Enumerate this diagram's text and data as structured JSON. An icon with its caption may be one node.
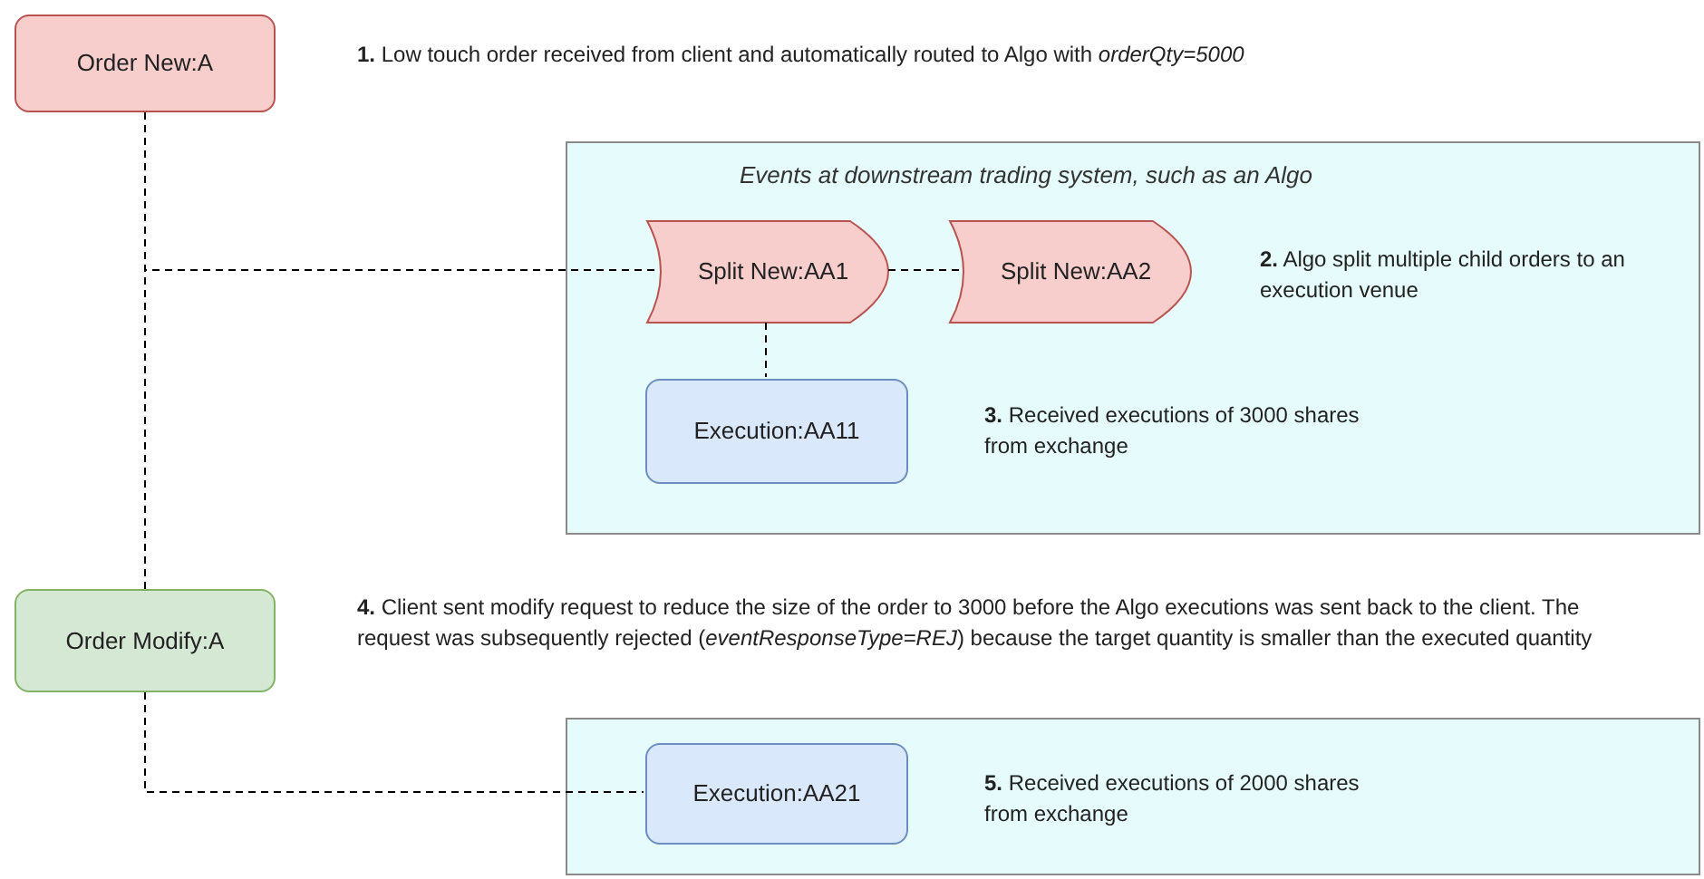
{
  "diagram": {
    "nodes": [
      {
        "text": [
          "Order New:A"
        ]
      },
      {
        "text": [
          "Events at downstream trading system, such as an Algo"
        ]
      },
      {
        "text": [
          "Split New:AA1"
        ],
        "in": 1
      },
      {
        "text": [
          "Split New:AA2"
        ],
        "in": 1
      },
      {
        "text": [
          "Execution:AA11"
        ],
        "in": 1
      },
      {
        "text": [
          "Order Modify:A"
        ]
      },
      {
        "text": [],
        "shape": "box"
      },
      {
        "text": [
          "Execution:AA21"
        ],
        "in": 6
      }
    ],
    "edges": [
      {
        "from": 0,
        "to": 5,
        "arrow": "none",
        "style": "dashed"
      },
      {
        "from": 0,
        "to": 2,
        "arrow": "none",
        "style": "dashed"
      },
      {
        "from": 2,
        "to": 3,
        "arrow": "none",
        "style": "dashed"
      },
      {
        "from": 2,
        "to": 4,
        "arrow": "none",
        "style": "dashed"
      },
      {
        "from": 5,
        "to": 7,
        "arrow": "none",
        "style": "dashed"
      }
    ],
    "labels": [
      "**1.** Low touch order received from client and automatically routed to Algo with *orderQty=5000*",
      "**2.** Algo split multiple child orders to an execution venue",
      "**3.** Received executions of 3000 shares from exchange",
      "**4.** Client sent modify request to reduce the size of the order to 3000 before the Algo executions was sent back to the client. The request was subsequently rejected (*eventResponseType=REJ*) because the target quantity is smaller than the executed quantity",
      "**5.** Received executions of 2000 shares from exchange"
    ]
  }
}
